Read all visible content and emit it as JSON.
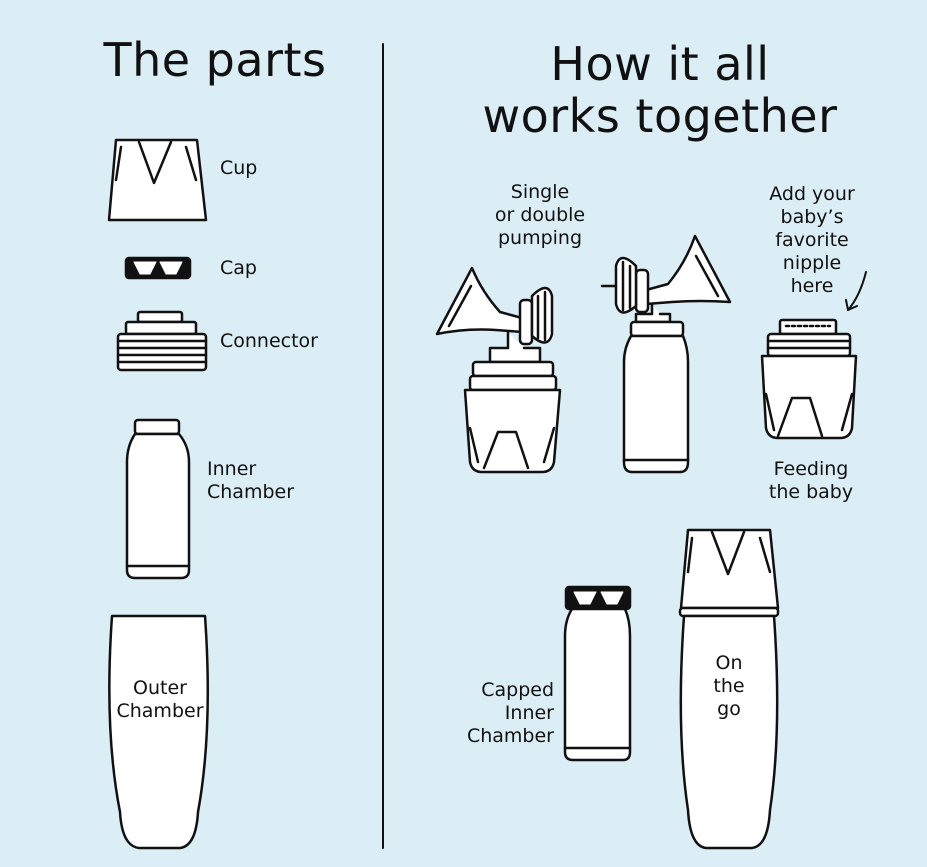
{
  "left_panel": {
    "title": "The parts",
    "parts": [
      {
        "label": "Cup"
      },
      {
        "label": "Cap"
      },
      {
        "label": "Connector"
      },
      {
        "label_line1": "Inner",
        "label_line2": "Chamber"
      },
      {
        "label_line1": "Outer",
        "label_line2": "Chamber"
      }
    ]
  },
  "right_panel": {
    "title_line1": "How it all",
    "title_line2": "works together",
    "pumping": {
      "line1": "Single",
      "line2": "or double",
      "line3": "pumping"
    },
    "nipple": {
      "line1": "Add your",
      "line2": "baby’s",
      "line3": "favorite",
      "line4": "nipple",
      "line5": "here"
    },
    "feeding": {
      "line1": "Feeding",
      "line2": "the baby"
    },
    "capped": {
      "line1": "Capped",
      "line2": "Inner",
      "line3": "Chamber"
    },
    "onthego": {
      "line1": "On",
      "line2": "the",
      "line3": "go"
    }
  },
  "colors": {
    "background": "#dbeef6",
    "ink": "#111111"
  }
}
